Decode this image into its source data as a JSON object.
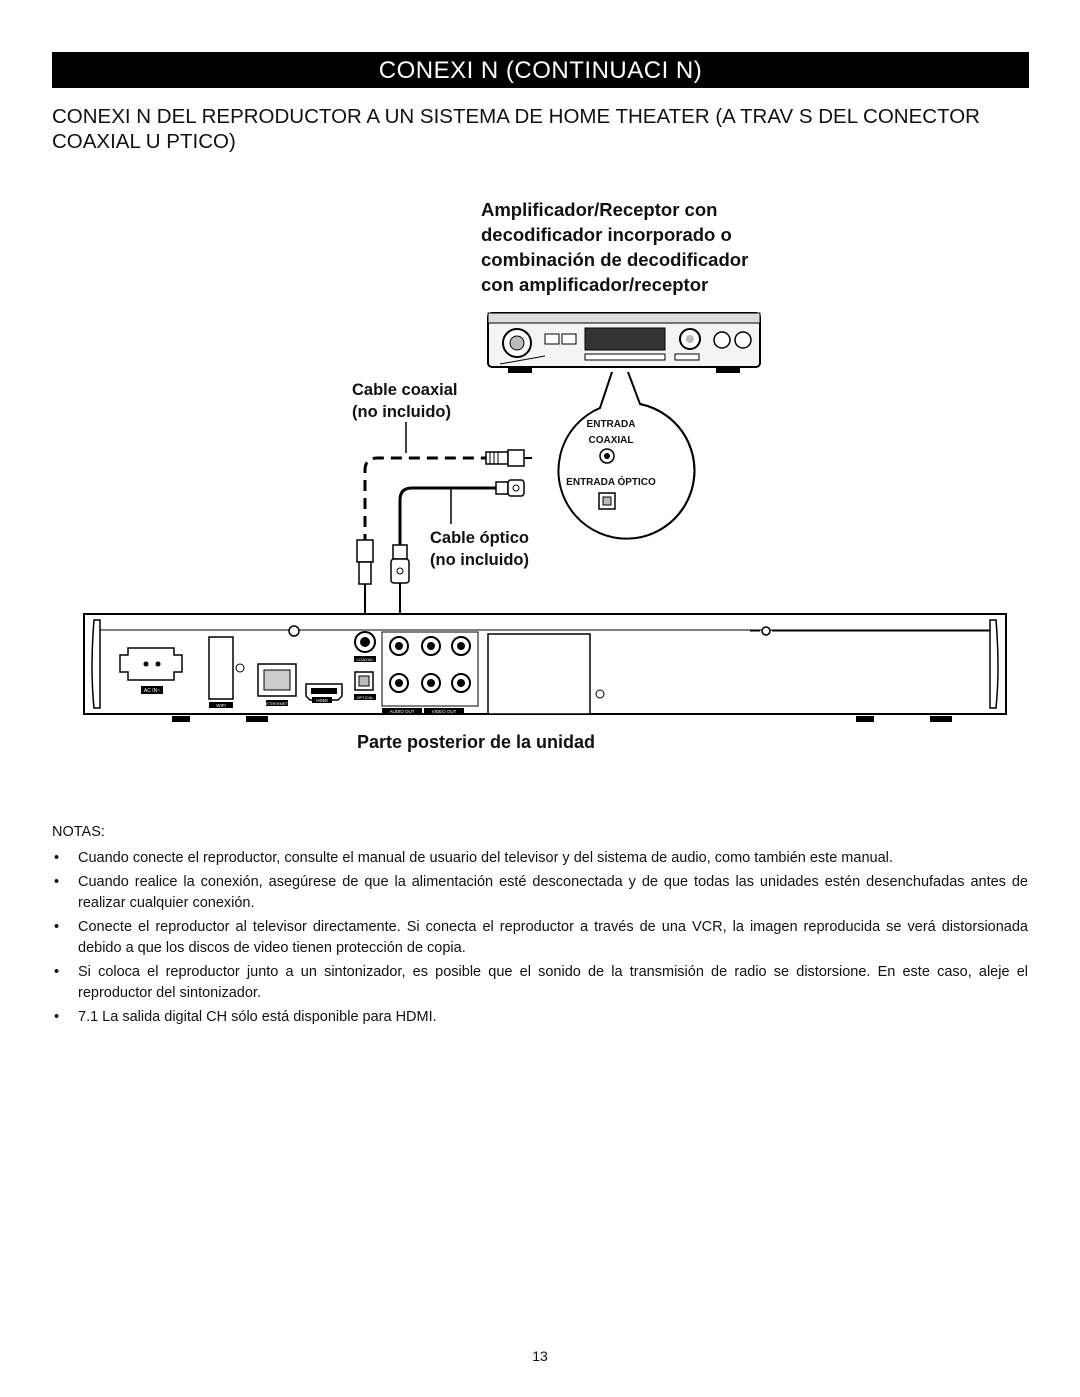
{
  "header": {
    "banner": "CONEXI N (CONTINUACI N)",
    "subtitle_line1": "CONEXI N DEL REPRODUCTOR A UN SISTEMA DE HOME THEATER (A TRAV S DEL CONECTOR",
    "subtitle_line2": "COAXIAL U  PTICO)"
  },
  "diagram": {
    "amplifier_label": [
      "Amplificador/Receptor con",
      "decodificador incorporado o",
      "combinación de decodificador",
      "con amplificador/receptor"
    ],
    "coaxial_cable_label": [
      "Cable coaxial",
      "no incluido)"
    ],
    "optical_cable_label": [
      "Cable óptico",
      "(no incluido)"
    ],
    "callout": {
      "entrada": "ENTRADA",
      "coaxial": "COAXIAL",
      "entrada_optico": "ENTRADA ÓPTICO"
    },
    "rear_panel_label": "Parte posterior de la unidad",
    "panel_labels": {
      "ac_in": "AC IN~",
      "wifi": "WIFI",
      "ethernet": "ETHERNET",
      "hdmi": "HDMI",
      "coaxial": "COAXIAL",
      "optical": "OPTICAL",
      "audio_out": "AUDIO OUT",
      "video_out": "VIDEO OUT"
    }
  },
  "notes": {
    "label": "NOTAS:",
    "items": [
      "Cuando conecte el reproductor, consulte el manual de usuario del televisor y del sistema de audio, como también este manual.",
      "Cuando realice la conexión, asegúrese de que la alimentación esté desconectada y de que todas las unidades estén desenchufadas antes de realizar cualquier conexión.",
      "Conecte el reproductor al televisor directamente. Si conecta el reproductor a través de una VCR, la imagen reproducida se verá distorsionada debido a que los discos de video tienen protección de copia.",
      "Si coloca el reproductor junto a un sintonizador, es posible que el sonido de la transmisión de radio se distorsione. En este caso, aleje el reproductor del sintonizador.",
      "7.1 La salida digital CH sólo está disponible para HDMI."
    ]
  },
  "footer": {
    "page_number": "13"
  },
  "colors": {
    "banner_bg": "#000000",
    "banner_text": "#ffffff",
    "line": "#000000"
  }
}
